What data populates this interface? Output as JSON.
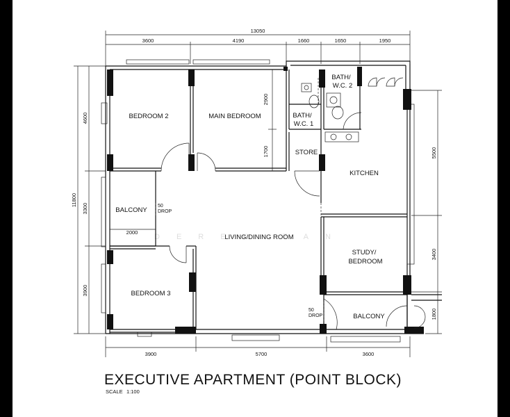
{
  "plan": {
    "title": "EXECUTIVE APARTMENT (POINT BLOCK)",
    "scale_label": "SCALE",
    "scale_value": "1:100",
    "watermark": "DEREK TAN"
  },
  "rooms": {
    "bedroom2": "BEDROOM 2",
    "main_bedroom": "MAIN BEDROOM",
    "bath_wc2_line1": "BATH/",
    "bath_wc2_line2": "W.C. 2",
    "bath_wc1_line1": "BATH/",
    "bath_wc1_line2": "W.C. 1",
    "store": "STORE",
    "kitchen": "KITCHEN",
    "balcony_left": "BALCONY",
    "living_dining": "LIVING/DINING ROOM",
    "study_line1": "STUDY/",
    "study_line2": "BEDROOM",
    "bedroom3": "BEDROOM 3",
    "balcony_right": "BALCONY"
  },
  "drops": {
    "left_value": "50",
    "left_label": "DROP",
    "right_value": "50",
    "right_label": "DROP"
  },
  "dimensions": {
    "overall_width": "13050",
    "top": [
      "3600",
      "4190",
      "1660",
      "1650",
      "1950"
    ],
    "bottom": [
      "3900",
      "5700",
      "3600"
    ],
    "overall_height": "11800",
    "left": [
      "4600",
      "3300",
      "3900"
    ],
    "right": [
      "5500",
      "3400",
      "1800"
    ],
    "inner_2900": "2900",
    "inner_1700": "1700",
    "balcony_width": "2000"
  }
}
